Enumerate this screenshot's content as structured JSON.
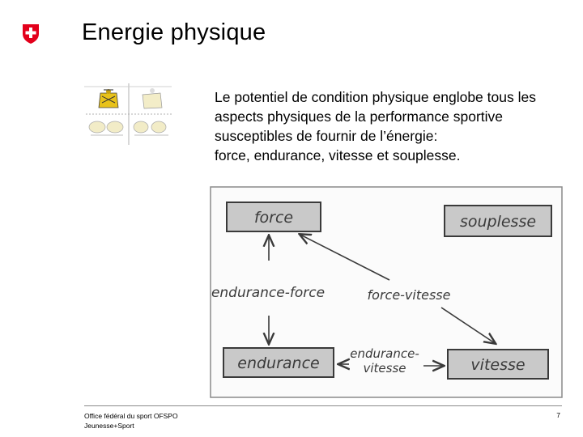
{
  "header": {
    "title": "Energie physique"
  },
  "intro": {
    "lines": [
      "Le potentiel de condition physique englobe tous les",
      "aspects physiques de la performance sportive",
      "susceptibles de fournir de l’énergie:",
      "force, endurance, vitesse et souplesse."
    ]
  },
  "diagram": {
    "boxes": {
      "force": "force",
      "souplesse": "souplesse",
      "endurance": "endurance",
      "vitesse": "vitesse"
    },
    "labels": {
      "endurance_force": "endurance-force",
      "force_vitesse": "force-vitesse",
      "endurance_vitesse_1": "endurance-",
      "endurance_vitesse_2": "vitesse"
    }
  },
  "footer": {
    "org_line_1": "Office fédéral du sport OFSPO",
    "org_line_2": "Jeunesse+Sport",
    "page_number": "7"
  },
  "colors": {
    "crest_red": "#e3001b",
    "box_fill": "#c9c9c9",
    "ink": "#3a3a3a"
  },
  "icons": {
    "crest": "swiss-cross-icon",
    "thumbnail": "fitness-figures-thumbnail"
  }
}
